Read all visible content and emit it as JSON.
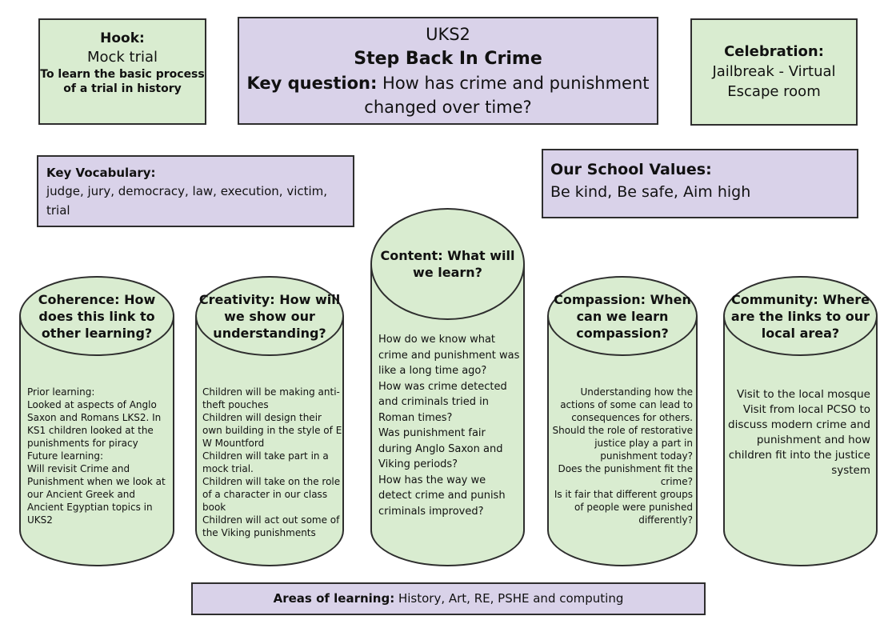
{
  "hook": {
    "title": "Hook:",
    "subtitle": "Mock trial",
    "detail": "To learn the basic process of a trial in history"
  },
  "header": {
    "line1": "UKS2",
    "line2": "Step Back In Crime",
    "key_label": "Key question:",
    "key_question": " How has crime and punishment changed over time?"
  },
  "celebration": {
    "title": "Celebration:",
    "detail": "Jailbreak - Virtual Escape room"
  },
  "vocabulary": {
    "title": "Key Vocabulary:",
    "words": "judge, jury, democracy, law, execution, victim, trial"
  },
  "values": {
    "title": "Our School Values:",
    "text": "Be kind, Be safe, Aim high"
  },
  "areas": {
    "label": "Areas of learning:",
    "text": " History, Art,  RE, PSHE and computing"
  },
  "cylinders": {
    "coherence": {
      "title": "Coherence: How does this link to other learning?",
      "lines": [
        "Prior learning:",
        "Looked at aspects of Anglo Saxon and Romans LKS2. In KS1 children looked at the punishments for piracy",
        "Future learning:",
        "Will revisit Crime and Punishment when we look at our Ancient Greek and Ancient Egyptian topics in UKS2"
      ]
    },
    "creativity": {
      "title": "Creativity: How will we show our understanding?",
      "lines": [
        "Children will be making anti-theft pouches",
        "Children will design their own building in the style of E W Mountford",
        "Children will take part in a mock trial.",
        "Children will take on the role of a character in our class book",
        "Children will act out some of the Viking punishments"
      ]
    },
    "content": {
      "title": "Content: What will we learn?",
      "lines": [
        "How do we know what crime and punishment was like a long time ago?",
        "How was crime detected and criminals tried in Roman times?",
        "Was punishment fair during Anglo Saxon and Viking periods?",
        "How has the way we detect crime and punish criminals improved?"
      ]
    },
    "compassion": {
      "title": "Compassion: When can we learn compassion?",
      "lines": [
        "Understanding how the actions of some can lead to consequences for others.",
        "Should the role of restorative justice play a part in punishment today?",
        "Does the punishment fit the crime?",
        "Is it fair that different groups of people were punished differently?"
      ]
    },
    "community": {
      "title": "Community: Where are the links to our local area?",
      "lines": [
        "Visit to the local mosque",
        "Visit from local PCSO to discuss modern crime and punishment and how children fit into the justice system"
      ]
    }
  },
  "colors": {
    "green": "#d9ecd0",
    "purple": "#d9d2e9",
    "border": "#2e2e2e"
  }
}
